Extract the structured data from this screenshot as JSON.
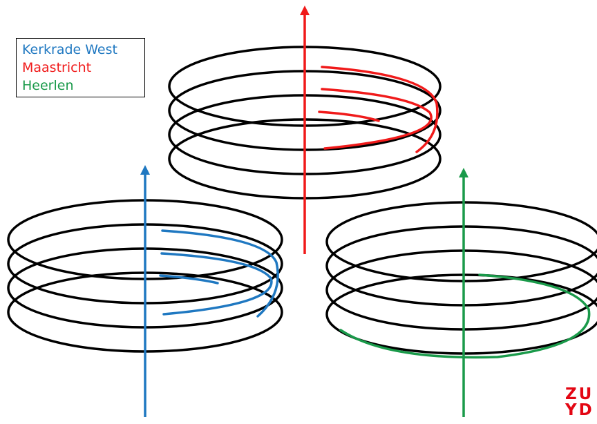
{
  "legend": {
    "items": [
      {
        "label": "Kerkrade West",
        "color": "#1f78c1"
      },
      {
        "label": "Maastricht",
        "color": "#f01a1a"
      },
      {
        "label": "Heerlen",
        "color": "#1a9a4a"
      }
    ]
  },
  "logo": {
    "line1": "ZU",
    "line2": "YD",
    "color": "#e30613"
  },
  "coils": [
    {
      "name": "coil-maastricht",
      "turns": 4,
      "helix_turns": 4,
      "color": "#f01a1a"
    },
    {
      "name": "coil-kerkrade-west",
      "turns": 4,
      "helix_turns": 4,
      "color": "#1f78c1"
    },
    {
      "name": "coil-heerlen",
      "turns": 4,
      "helix_turns": 1,
      "color": "#1a9a4a"
    }
  ]
}
